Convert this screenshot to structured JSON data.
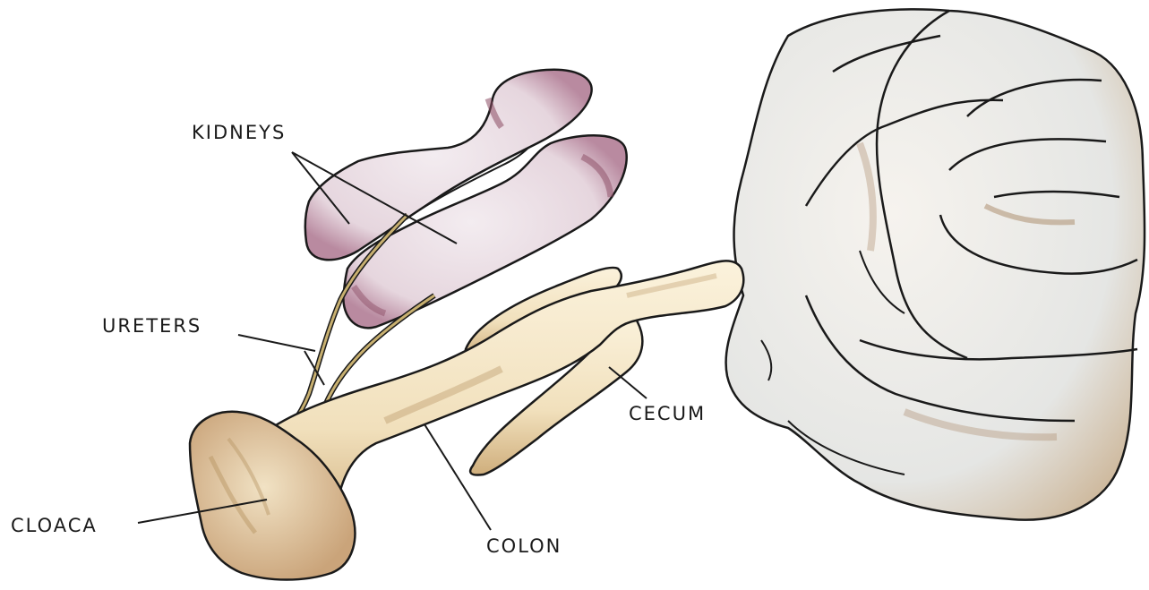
{
  "labels": {
    "kidneys": "KIDNEYS",
    "ureters": "URETERS",
    "cecum": "CECUM",
    "cloaca": "CLOACA",
    "colon": "COLON"
  },
  "colors": {
    "outline": "#1a1a1a",
    "kidney_fill": "#e9dde3",
    "kidney_shade": "#8a4a62",
    "gut_fill": "#f4e6c8",
    "gut_shade": "#b99766",
    "intestine_fill": "#e8ecef",
    "intestine_shade": "#a88866",
    "ureter": "#c8b070"
  }
}
